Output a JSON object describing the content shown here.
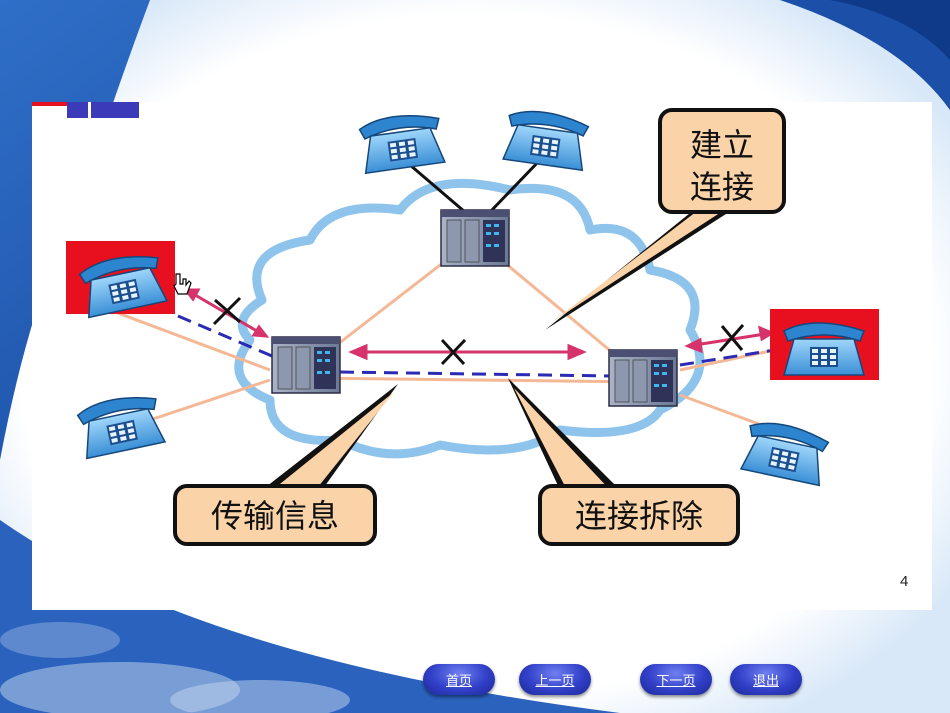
{
  "diagram": {
    "callouts": {
      "establish_line1": "建立",
      "establish_line2": "连接",
      "transmit": "传输信息",
      "teardown": "连接拆除"
    }
  },
  "page_number": "4",
  "nav": {
    "home": "首页",
    "prev": "上一页",
    "next": "下一页",
    "exit": "退出"
  },
  "colors": {
    "cloud_fill": "#ffffff",
    "cloud_stroke": "#8ec3ec",
    "link_line": "#f4b896",
    "arrow": "#d6336c",
    "dashed_path": "#2a2ab4",
    "callout_fill": "#fbd3a8",
    "highlight_red": "#e8101f",
    "phone_blue": "#4aa8e8"
  }
}
